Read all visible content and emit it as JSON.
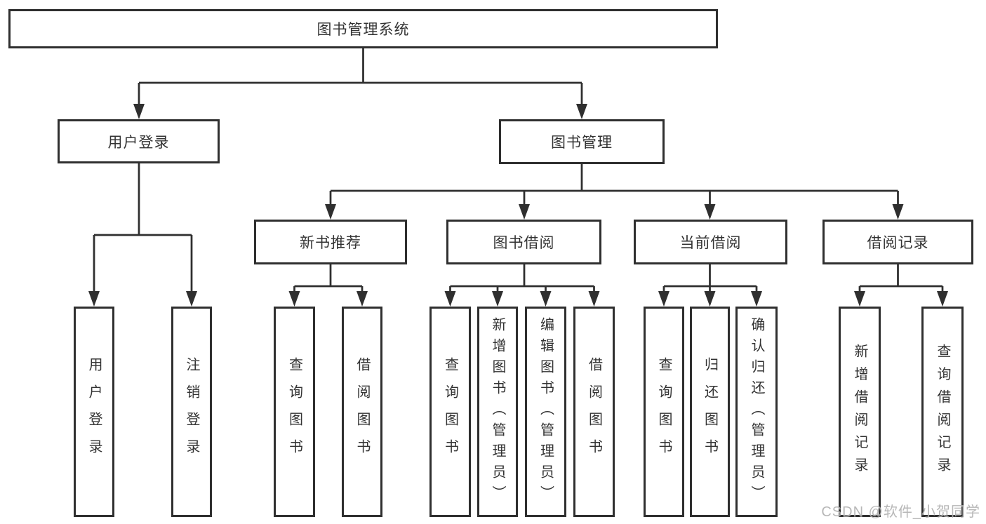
{
  "root": {
    "label": "图书管理系统"
  },
  "branches": [
    {
      "label": "用户登录",
      "children": [
        {
          "label": "用户登录"
        },
        {
          "label": "注销登录"
        }
      ]
    },
    {
      "label": "图书管理",
      "children": [
        {
          "label": "新书推荐",
          "children": [
            {
              "label": "查询图书"
            },
            {
              "label": "借阅图书"
            }
          ]
        },
        {
          "label": "图书借阅",
          "children": [
            {
              "label": "查询图书"
            },
            {
              "label": "新增图书（管理员）"
            },
            {
              "label": "编辑图书（管理员）"
            },
            {
              "label": "借阅图书"
            }
          ]
        },
        {
          "label": "当前借阅",
          "children": [
            {
              "label": "查询图书"
            },
            {
              "label": "归还图书"
            },
            {
              "label": "确认归还（管理员）"
            }
          ]
        },
        {
          "label": "借阅记录",
          "children": [
            {
              "label": "新增借阅记录"
            },
            {
              "label": "查询借阅记录"
            }
          ]
        }
      ]
    }
  ],
  "watermark": "CSDN @软件_小贺同学",
  "colors": {
    "line": "#2f2f2f",
    "text": "#333333",
    "box_background": "#ffffff",
    "watermark": "#b0b0b0"
  }
}
